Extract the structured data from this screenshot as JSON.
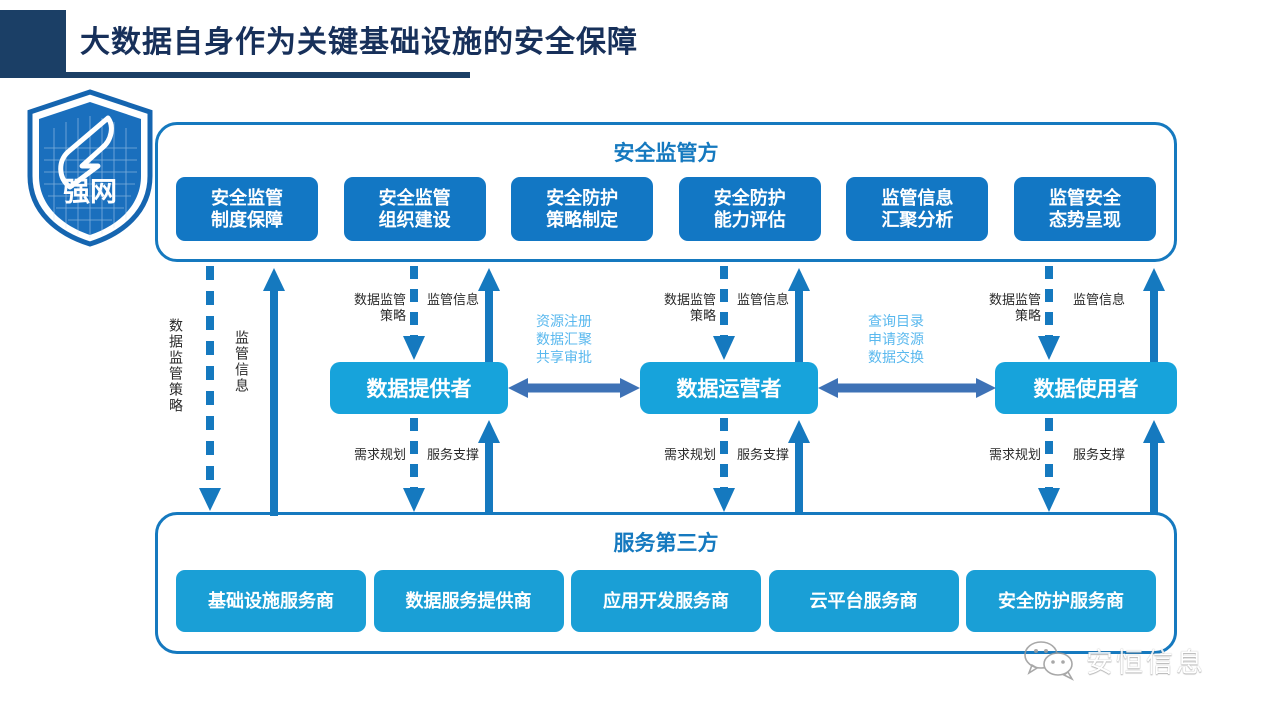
{
  "slide": {
    "title": "大数据自身作为关键基础设施的安全保障",
    "logo_name": "强网",
    "watermark_text": "安恒信息",
    "colors": {
      "title_navy": "#1b3f66",
      "panel_border": "#1579bf",
      "box_blue": "#1277c4",
      "box_cyan": "#1a9fd6",
      "actor_cyan": "#17a3db",
      "arrow_blue": "#1579bf",
      "double_arrow_blue": "#3e72b6",
      "cyan_label": "#59b8ee"
    }
  },
  "top_panel": {
    "title": "安全监管方",
    "boxes": [
      {
        "label": "安全监管\n制度保障"
      },
      {
        "label": "安全监管\n组织建设"
      },
      {
        "label": "安全防护\n策略制定"
      },
      {
        "label": "安全防护\n能力评估"
      },
      {
        "label": "监管信息\n汇聚分析"
      },
      {
        "label": "监管安全\n态势呈现"
      }
    ]
  },
  "bottom_panel": {
    "title": "服务第三方",
    "boxes": [
      {
        "label": "基础设施服务商"
      },
      {
        "label": "数据服务提供商"
      },
      {
        "label": "应用开发服务商"
      },
      {
        "label": "云平台服务商"
      },
      {
        "label": "安全防护服务商"
      }
    ]
  },
  "actors": {
    "provider": "数据提供者",
    "operator": "数据运营者",
    "consumer": "数据使用者"
  },
  "flow_labels": {
    "outer_policy": "数据监管策略",
    "outer_info": "监管信息",
    "policy_down": "数据监管\n策略",
    "info_up": "监管信息",
    "demand_down": "需求规划",
    "service_up": "服务支撑",
    "exchange_left": "资源注册\n数据汇聚\n共享审批",
    "exchange_right": "查询目录\n申请资源\n数据交换"
  }
}
